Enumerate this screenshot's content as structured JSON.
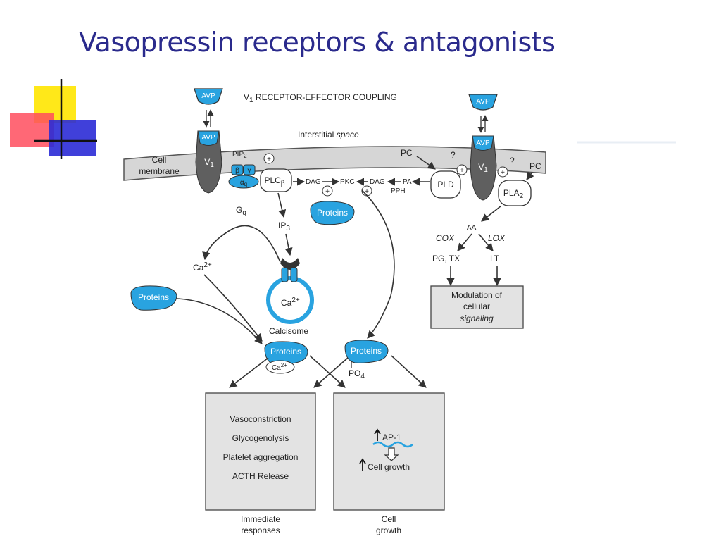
{
  "slide": {
    "title": "Vasopressin receptors & antagonists"
  },
  "colors": {
    "title": "#2a2a8c",
    "accent": "#29a3e0",
    "receptor": "#5f5f5f",
    "membrane": "#d6d6d6",
    "box": "#e3e3e3"
  },
  "diagram": {
    "heading": {
      "prefix": "V",
      "sub": "1",
      "rest": " RECEPTOR-EFFECTOR COUPLING"
    },
    "interstitial": {
      "word": "Interstitial ",
      "italic": "space"
    },
    "cell_membrane": [
      "Cell",
      "membrane"
    ],
    "avp": "AVP",
    "receptor": {
      "base": "V",
      "sub": "1"
    },
    "pip2": {
      "base": "PIP",
      "sub": "2"
    },
    "g_beta": "β",
    "g_gamma": "γ",
    "g_alpha": {
      "base": "α",
      "sub": "q"
    },
    "plc": {
      "base": "PLC",
      "sub": "β"
    },
    "dag": "DAG",
    "pkc": "PKC",
    "pa": "PA",
    "pph": "PPH",
    "pc": "PC",
    "pld": "PLD",
    "pla2": {
      "base": "PLA",
      "sub": "2"
    },
    "question": "?",
    "plus": "+",
    "gq": {
      "base": "G",
      "sub": "q"
    },
    "ip3": {
      "base": "IP",
      "sub": "3"
    },
    "ca": {
      "base": "Ca",
      "sup": "2+"
    },
    "calcisome": "Calcisome",
    "proteins": "Proteins",
    "po4": {
      "base": "PO",
      "sub": "4"
    },
    "aa": "AA",
    "cox": "COX",
    "lox": "LOX",
    "pg_tx": "PG, TX",
    "lt": "LT",
    "modulation": [
      "Modulation of",
      "cellular",
      "signaling"
    ],
    "immediate_box": [
      "Vasoconstriction",
      "Glycogenolysis",
      "Platelet aggregation",
      "ACTH Release"
    ],
    "growth_box": {
      "ap1": "AP-1",
      "cell_growth": "Cell growth"
    },
    "immediate_caption": [
      "Immediate",
      "responses"
    ],
    "growth_caption": [
      "Cell",
      "growth"
    ]
  }
}
